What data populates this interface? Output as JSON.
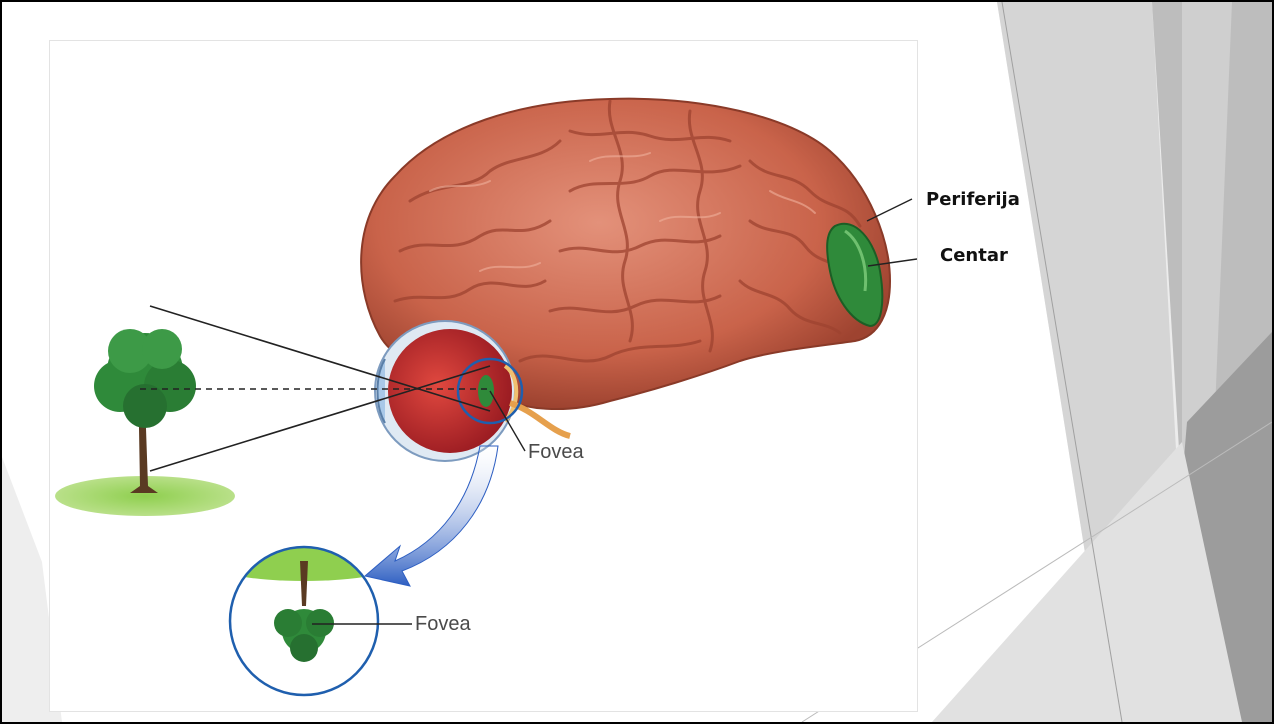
{
  "labels": {
    "fovea_eye": "Fovea",
    "fovea_inset": "Fovea",
    "periphery": "Periferija",
    "center": "Centar"
  },
  "colors": {
    "brain": "#c9634a",
    "brain_highlight": "#e79a80",
    "eye": "#c2272d",
    "foliage": "#2f8a3a",
    "grass": "#8fcf4f",
    "trunk": "#5a3a22",
    "circle_outline": "#1f5fae",
    "arrow": "#3e6cc4"
  }
}
